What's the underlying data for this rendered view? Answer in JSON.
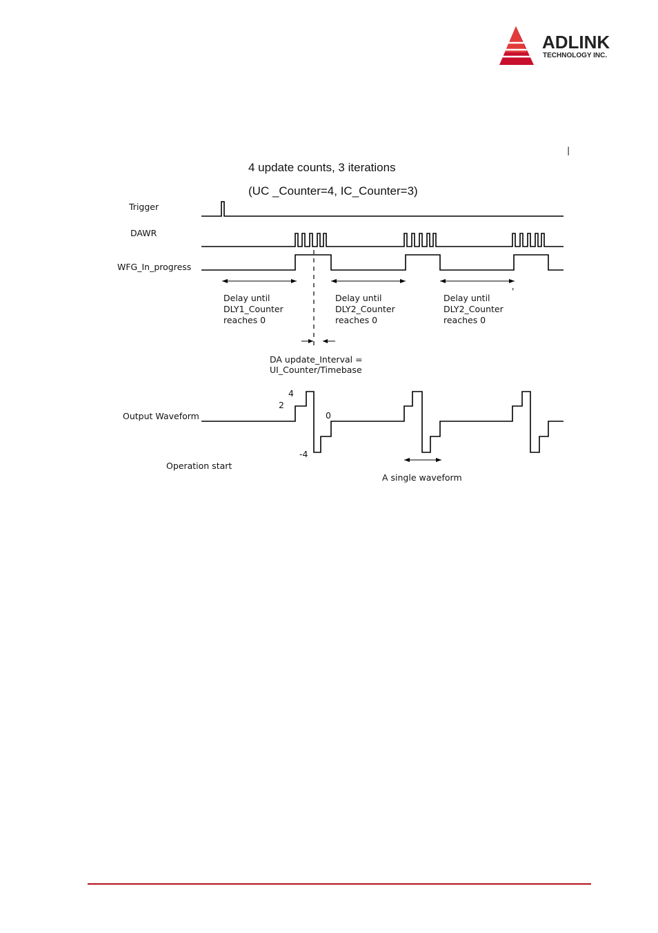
{
  "brand": {
    "name": "ADLINK",
    "tagline": "TECHNOLOGY INC.",
    "accent_color": "#c8102e"
  },
  "diagram": {
    "title_line1": "4 update counts, 3 iterations",
    "title_line2": "(UC _Counter=4, IC_Counter=3)",
    "signals": {
      "trigger": "Trigger",
      "dawr": "DAWR",
      "wfg": "WFG_In_progress",
      "output": "Output Waveform"
    },
    "delays": [
      {
        "line1": "Delay until",
        "line2": "DLY1_Counter",
        "line3": "reaches 0"
      },
      {
        "line1": "Delay until",
        "line2": "DLY2_Counter",
        "line3": "reaches 0"
      },
      {
        "line1": "Delay until",
        "line2": "DLY2_Counter",
        "line3": "reaches 0"
      }
    ],
    "interval_line1": "DA update_Interval =",
    "interval_line2": "UI_Counter/Timebase",
    "levels": {
      "l4": "4",
      "l2": "2",
      "l0": "0",
      "lm4": "-4"
    },
    "operation_start": "Operation start",
    "single_waveform": "A single waveform"
  }
}
